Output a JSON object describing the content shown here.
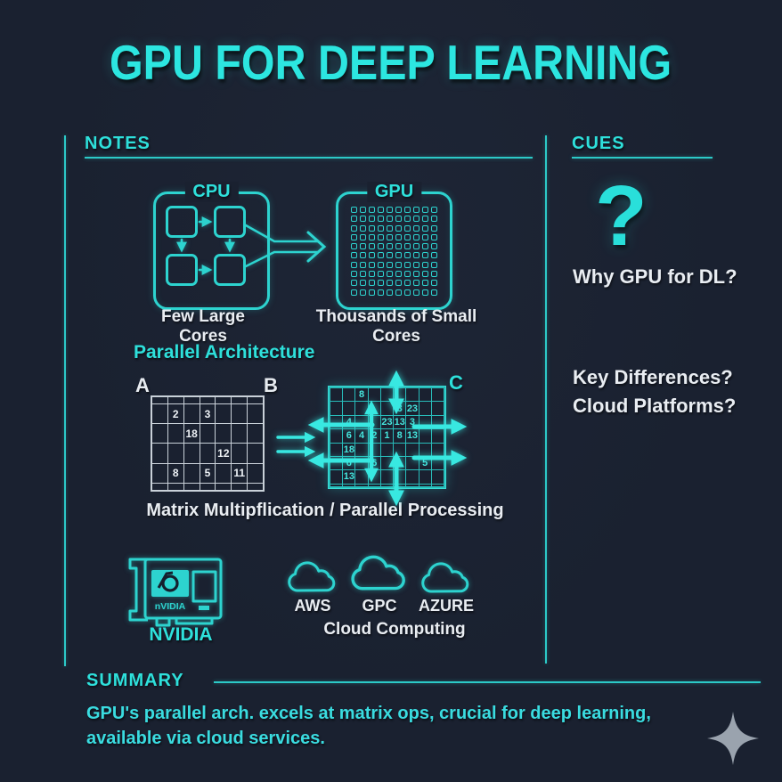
{
  "title": "GPU FOR DEEP LEARNING",
  "colors": {
    "accent": "#2be2dd",
    "background": "#1a2130",
    "text_white": "#e8ecf1",
    "matrix_white": "#c9d1d9",
    "star": "#9aa3ae"
  },
  "notes": {
    "header": "NOTES",
    "cpu_label": "CPU",
    "gpu_label": "GPU",
    "cpu_caption": "Few Large Cores",
    "gpu_caption": "Thousands of Small Cores",
    "gpu_grid": {
      "rows": 10,
      "cols": 10
    },
    "parallel_label": "Parallel Architecture",
    "matrix_a_label": "A",
    "matrix_b_label": "B",
    "matrix_c_label": "C",
    "matrix_caption": "Matrix Multipflication / Parallel Processing",
    "matrix_ab": {
      "rows": 6,
      "cols": 7,
      "cells": [
        {
          "r": 2,
          "c": 2,
          "v": "2"
        },
        {
          "r": 2,
          "c": 4,
          "v": "3"
        },
        {
          "r": 3,
          "c": 3,
          "v": "18"
        },
        {
          "r": 4,
          "c": 5,
          "v": "12"
        },
        {
          "r": 5,
          "c": 2,
          "v": "8"
        },
        {
          "r": 5,
          "c": 4,
          "v": "5"
        },
        {
          "r": 5,
          "c": 6,
          "v": "11"
        }
      ]
    },
    "matrix_c": {
      "rows": 8,
      "cols": 9,
      "cells": [
        {
          "r": 1,
          "c": 3,
          "v": "8"
        },
        {
          "r": 2,
          "c": 6,
          "v": "3"
        },
        {
          "r": 2,
          "c": 7,
          "v": "23"
        },
        {
          "r": 3,
          "c": 2,
          "v": "4"
        },
        {
          "r": 3,
          "c": 5,
          "v": "23"
        },
        {
          "r": 3,
          "c": 6,
          "v": "13"
        },
        {
          "r": 3,
          "c": 7,
          "v": "3"
        },
        {
          "r": 4,
          "c": 2,
          "v": "6"
        },
        {
          "r": 4,
          "c": 3,
          "v": "4"
        },
        {
          "r": 4,
          "c": 4,
          "v": "2"
        },
        {
          "r": 4,
          "c": 5,
          "v": "1"
        },
        {
          "r": 4,
          "c": 6,
          "v": "8"
        },
        {
          "r": 4,
          "c": 7,
          "v": "13"
        },
        {
          "r": 5,
          "c": 2,
          "v": "18"
        },
        {
          "r": 6,
          "c": 2,
          "v": "6"
        },
        {
          "r": 6,
          "c": 4,
          "v": "6"
        },
        {
          "r": 6,
          "c": 8,
          "v": "5"
        },
        {
          "r": 7,
          "c": 2,
          "v": "13"
        }
      ]
    },
    "nvidia": {
      "logo_text": "nVIDIA",
      "caption": "NVIDIA"
    },
    "cloud": {
      "providers": [
        "AWS",
        "GPC",
        "AZURE"
      ],
      "caption": "Cloud Computing"
    }
  },
  "cues": {
    "header": "CUES",
    "mark": "?",
    "q1": "Why GPU for DL?",
    "q2": "Key Differences?",
    "q3": "Cloud Platforms?"
  },
  "summary": {
    "header": "SUMMARY",
    "text": "GPU's parallel arch. excels at matrix ops, crucial for deep learning, available via cloud services."
  }
}
